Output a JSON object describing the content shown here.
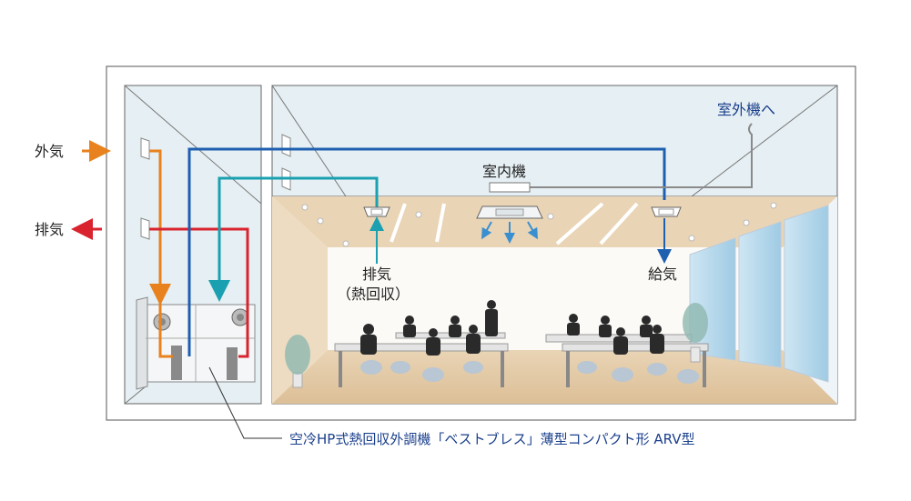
{
  "labels": {
    "outside_air": "外気",
    "exhaust_left": "排気",
    "to_outdoor_unit": "室外機へ",
    "indoor_unit": "室内機",
    "exhaust_heat_recovery_line1": "排気",
    "exhaust_heat_recovery_line2": "（熱回収）",
    "supply_air": "給気",
    "caption": "空冷HP式熱回収外調機「ベストブレス」薄型コンパクト形 ARV型"
  },
  "colors": {
    "outside_air": "#e8821e",
    "exhaust": "#d9232e",
    "supply_duct": "#1f5fb0",
    "return_duct": "#1aa0b0",
    "refrigerant_line": "#8a8a8a",
    "caption_text": "#1a3f8c",
    "label_blue": "#1a3f8c",
    "floor": "#e7cfae",
    "ceiling_space": "#e6eff3"
  }
}
